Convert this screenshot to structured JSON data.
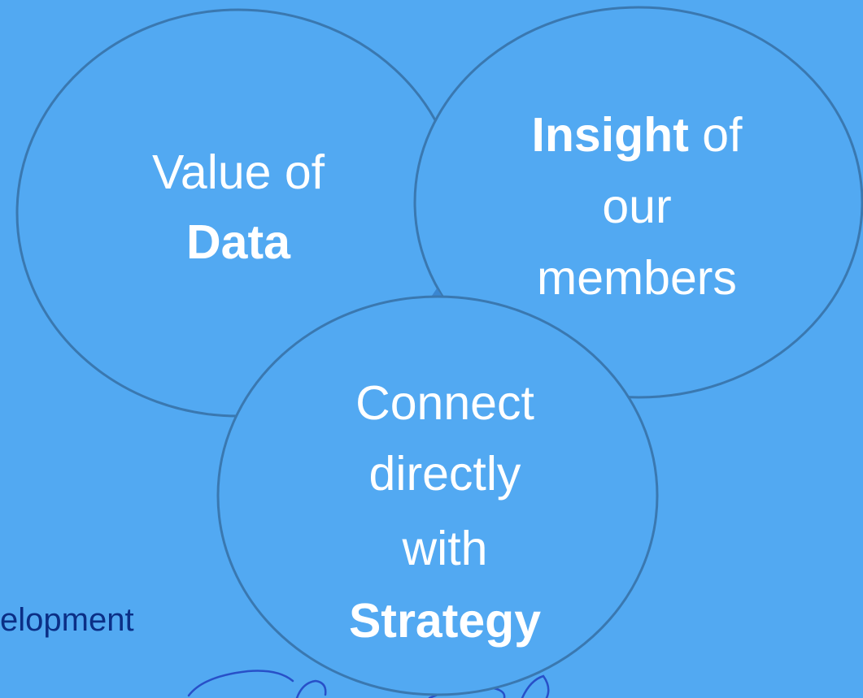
{
  "colors": {
    "background": "#52a9f2",
    "circle_fill": "#52a9f2",
    "circle_stroke": "#3a78b0",
    "label_text": "#ffffff",
    "side_text": "#0b2f86",
    "doodle_stroke": "#2850c8"
  },
  "circles": {
    "data": {
      "line1": "Value of",
      "line2_bold": "Data"
    },
    "insight": {
      "line1_bold": "Insight",
      "line1_rest": " of",
      "line2": "our",
      "line3": "members"
    },
    "strategy": {
      "line1": "Connect",
      "line2": "directly",
      "line3": "with",
      "line4_bold": "Strategy"
    }
  },
  "side_text": "elopment"
}
